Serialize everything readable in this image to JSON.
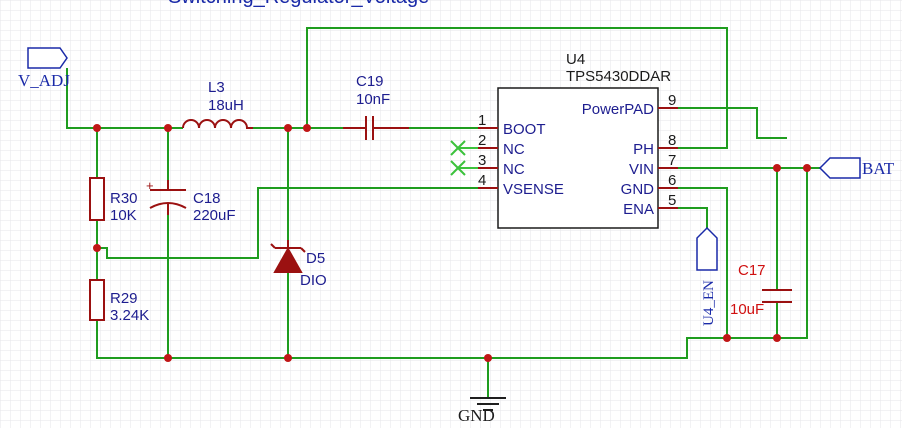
{
  "title": "Switching_Regulator_Voltage",
  "colors": {
    "wire": "#1f9d1f",
    "part": "#9b1111",
    "text": "#1d1d8f",
    "net": "#1a2aa8",
    "red": "#d01010",
    "grid": "#e6e6ea"
  },
  "ic": {
    "ref": "U4",
    "value": "TPS5430DDAR",
    "pins_left": [
      {
        "num": "1",
        "name": "BOOT"
      },
      {
        "num": "2",
        "name": "NC"
      },
      {
        "num": "3",
        "name": "NC"
      },
      {
        "num": "4",
        "name": "VSENSE"
      }
    ],
    "pins_right": [
      {
        "num": "9",
        "name": "PowerPAD"
      },
      {
        "num": "8",
        "name": "PH"
      },
      {
        "num": "7",
        "name": "VIN"
      },
      {
        "num": "6",
        "name": "GND"
      },
      {
        "num": "5",
        "name": "ENA"
      }
    ]
  },
  "components": {
    "L3": {
      "ref": "L3",
      "value": "18uH"
    },
    "C19": {
      "ref": "C19",
      "value": "10nF"
    },
    "C18": {
      "ref": "C18",
      "value": "220uF"
    },
    "R30": {
      "ref": "R30",
      "value": "10K"
    },
    "R29": {
      "ref": "R29",
      "value": "3.24K"
    },
    "D5": {
      "ref": "D5",
      "value": "DIO"
    },
    "C17": {
      "ref": "C17",
      "value": "10uF"
    }
  },
  "nets": {
    "v_adj": "V_ADJ",
    "bat": "BAT",
    "u4_en": "U4_EN",
    "gnd": "GND"
  }
}
